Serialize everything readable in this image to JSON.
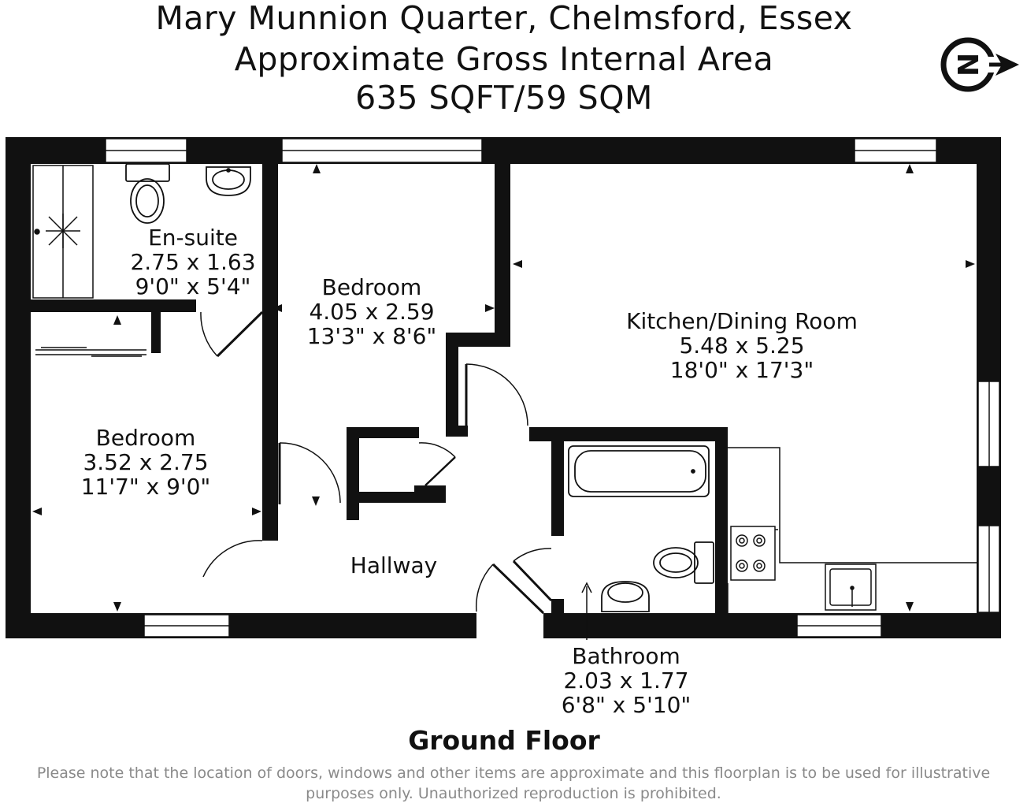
{
  "header": {
    "line1": "Mary Munnion Quarter, Chelmsford, Essex",
    "line2": "Approximate Gross Internal Area",
    "line3": "635 SQFT/59 SQM"
  },
  "compass": {
    "letter": "N",
    "icon": "north-arrow-icon"
  },
  "rooms": {
    "ensuite": {
      "name": "En-suite",
      "metric": "2.75 x 1.63",
      "imperial": "9'0\" x 5'4\""
    },
    "bedroom2": {
      "name": "Bedroom",
      "metric": "4.05 x 2.59",
      "imperial": "13'3\" x 8'6\""
    },
    "kitchen": {
      "name": "Kitchen/Dining Room",
      "metric": "5.48 x 5.25",
      "imperial": "18'0\" x 17'3\""
    },
    "bedroom1": {
      "name": "Bedroom",
      "metric": "3.52 x 2.75",
      "imperial": "11'7\" x 9'0\""
    },
    "hallway": {
      "name": "Hallway"
    },
    "bathroom": {
      "name": "Bathroom",
      "metric": "2.03 x 1.77",
      "imperial": "6'8\" x 5'10\""
    }
  },
  "floor_label": "Ground Floor",
  "disclaimer": "Please note that the location of doors, windows and other items are approximate and this floorplan is to be used for illustrative purposes only. Unauthorized reproduction is prohibited.",
  "colors": {
    "wall": "#111111",
    "text": "#111111",
    "disclaimer": "#8a8a8a",
    "window": "#ffffff"
  }
}
